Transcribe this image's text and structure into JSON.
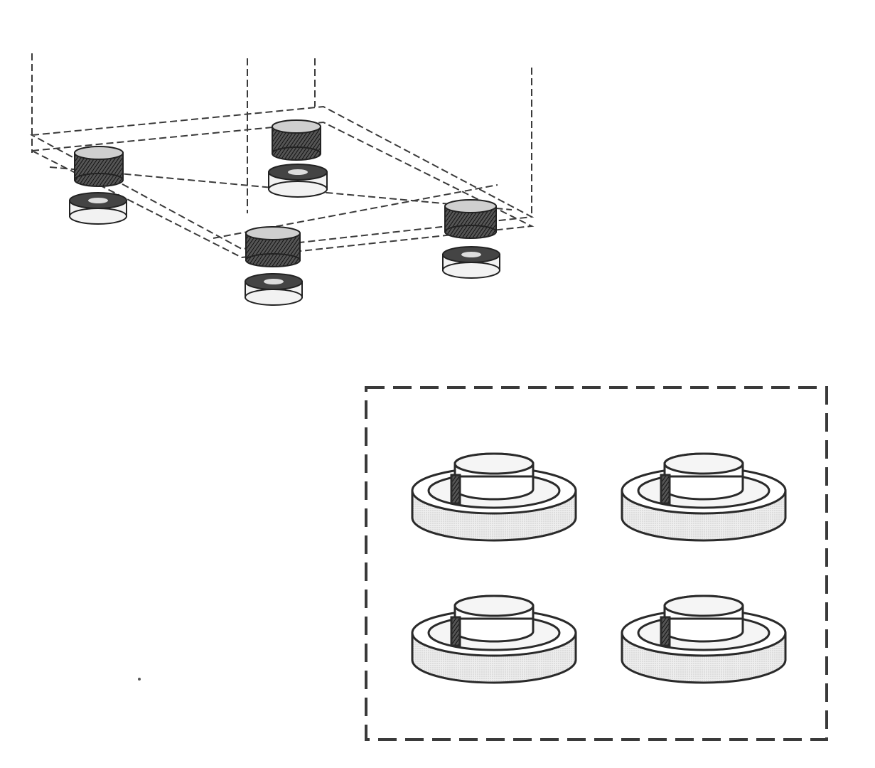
{
  "diagram": {
    "style": "grayscale-line-drawing",
    "colors": {
      "line": "#2f2f2f",
      "dark_fill": "#3a3a3a",
      "light_fill": "#e4e4e4",
      "paper": "#ffffff"
    },
    "overview": {
      "elements": [
        "frame-dashed-outline",
        "appliance-base-plate",
        "foot-pad",
        "anti-vibration-disc"
      ],
      "foot_count": 4,
      "disc_count": 4
    },
    "detail_inset": {
      "border": "dashed",
      "item_count": 4,
      "item": "anti-vibration-disc"
    }
  }
}
